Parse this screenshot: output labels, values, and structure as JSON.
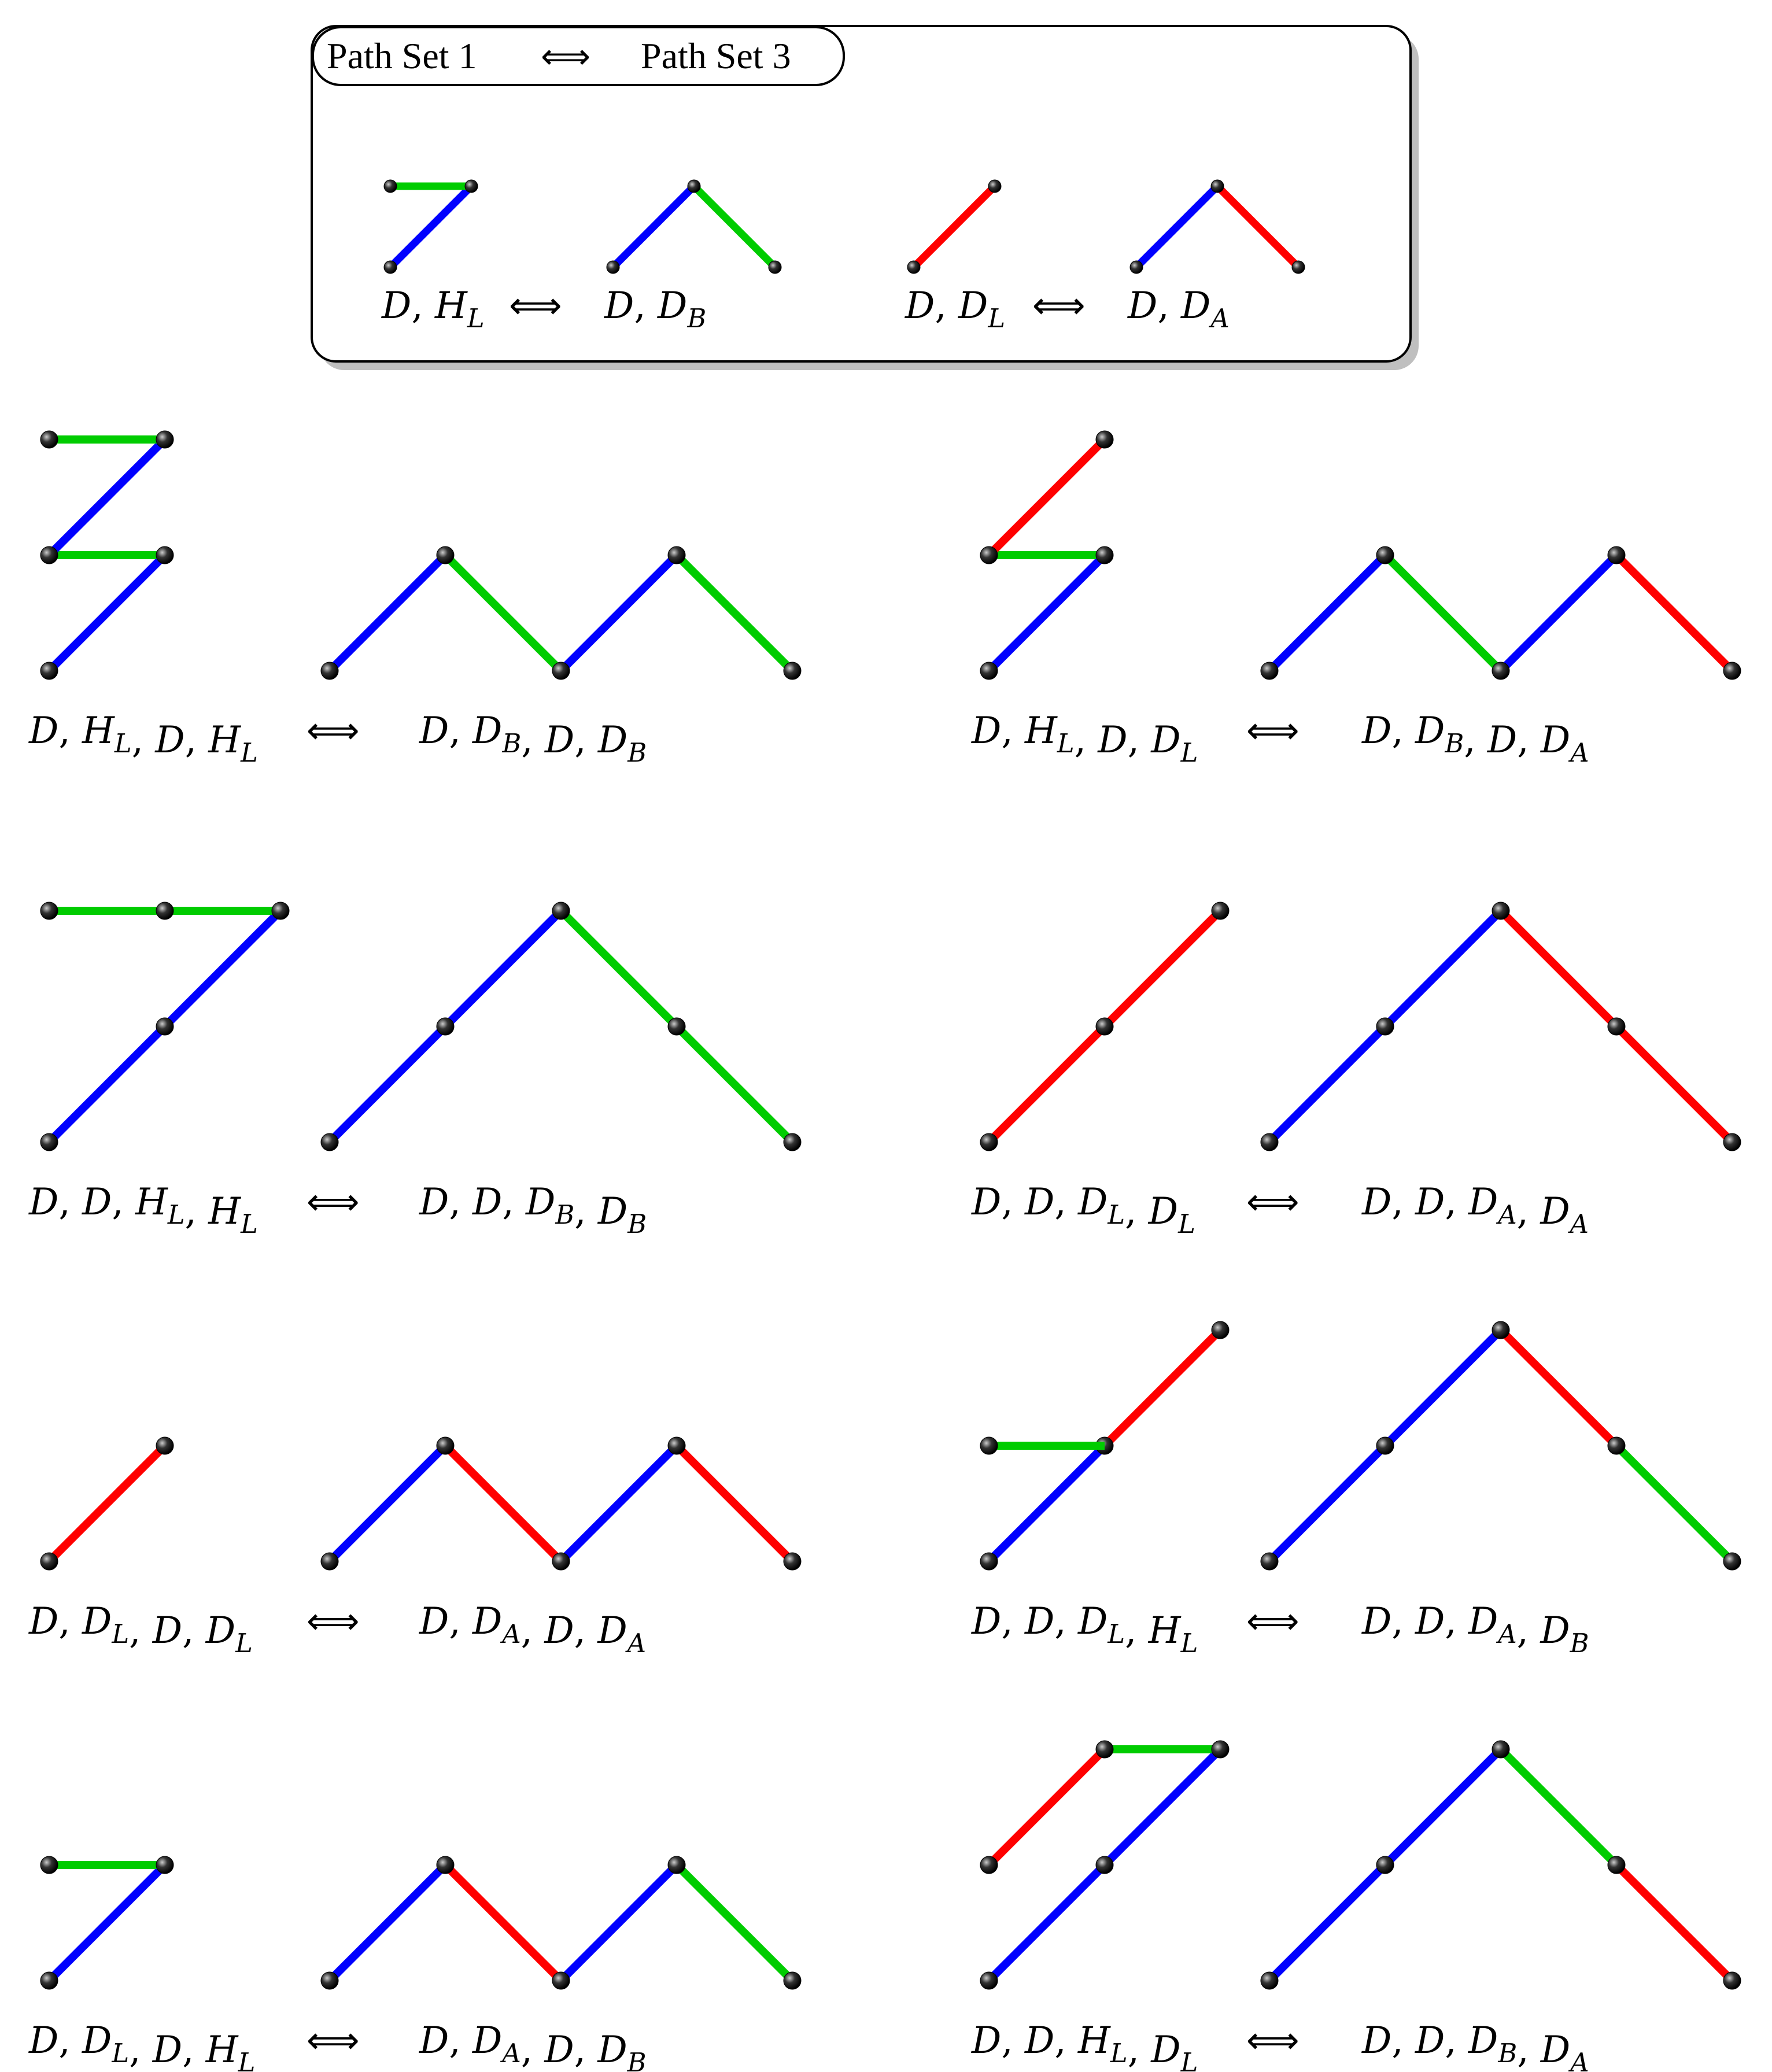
{
  "legend": {
    "title_left": "Path Set 1",
    "title_right": "Path Set 3",
    "title_arrow": "⟺",
    "pairs": [
      {
        "left_label": [
          "D",
          "H_L"
        ],
        "right_label": [
          "D",
          "D_B"
        ],
        "left_steps": [
          "D",
          "H"
        ],
        "right_steps": [
          "U",
          "DOWN"
        ],
        "left_colors": [
          "blue",
          "green"
        ],
        "right_colors": [
          "blue",
          "green"
        ]
      },
      {
        "left_label": [
          "D",
          "D_L"
        ],
        "right_label": [
          "D",
          "D_A"
        ],
        "left_steps": [
          "D",
          "D"
        ],
        "right_steps": [
          "U",
          "DOWN"
        ],
        "left_colors": [
          "blue",
          "red"
        ],
        "right_colors": [
          "blue",
          "red"
        ]
      }
    ]
  },
  "arrow": "⟺",
  "colors": {
    "blue": "#0000ff",
    "green": "#00cc00",
    "red": "#ff0000",
    "node": "#000000"
  },
  "rows": [
    [
      {
        "left_label": [
          "D",
          "H_L",
          "D",
          "H_L"
        ],
        "right_label": [
          "D",
          "D_B",
          "D",
          "D_B"
        ],
        "left_colors": [
          "blue",
          "green",
          "blue",
          "green"
        ],
        "right_colors": [
          "blue",
          "green",
          "blue",
          "green"
        ],
        "right_steps": [
          "U",
          "DOWN",
          "U",
          "DOWN"
        ],
        "left_steps": [
          "D",
          "H",
          "D",
          "H"
        ]
      },
      {
        "left_label": [
          "D",
          "H_L",
          "D",
          "D_L"
        ],
        "right_label": [
          "D",
          "D_B",
          "D",
          "D_A"
        ],
        "left_colors": [
          "blue",
          "green",
          "blue",
          "red"
        ],
        "right_colors": [
          "blue",
          "green",
          "blue",
          "red"
        ],
        "right_steps": [
          "U",
          "DOWN",
          "U",
          "DOWN"
        ],
        "left_steps": [
          "D",
          "H",
          "D",
          "D"
        ]
      }
    ],
    [
      {
        "left_label": [
          "D",
          "D",
          "H_L",
          "H_L"
        ],
        "right_label": [
          "D",
          "D",
          "D_B",
          "D_B"
        ],
        "left_colors": [
          "blue",
          "blue",
          "green",
          "green"
        ],
        "right_colors": [
          "blue",
          "blue",
          "green",
          "green"
        ],
        "right_steps": [
          "U",
          "U",
          "DOWN",
          "DOWN"
        ],
        "left_steps": [
          "D",
          "D",
          "H",
          "H"
        ]
      },
      {
        "left_label": [
          "D",
          "D",
          "D_L",
          "D_L"
        ],
        "right_label": [
          "D",
          "D",
          "D_A",
          "D_A"
        ],
        "left_colors": [
          "red",
          "red",
          "red",
          "red"
        ],
        "right_colors": [
          "blue",
          "blue",
          "red",
          "red"
        ],
        "right_steps": [
          "U",
          "U",
          "DOWN",
          "DOWN"
        ],
        "left_steps": [
          "D",
          "D",
          "D",
          "D"
        ]
      }
    ],
    [
      {
        "left_label": [
          "D",
          "D_L",
          "D",
          "D_L"
        ],
        "right_label": [
          "D",
          "D_A",
          "D",
          "D_A"
        ],
        "left_colors": [
          "red",
          "red",
          "red",
          "red"
        ],
        "right_colors": [
          "blue",
          "red",
          "blue",
          "red"
        ],
        "right_steps": [
          "U",
          "DOWN",
          "U",
          "DOWN"
        ],
        "left_steps": [
          "D",
          "D",
          "D",
          "D"
        ]
      },
      {
        "left_label": [
          "D",
          "D",
          "D_L",
          "H_L"
        ],
        "right_label": [
          "D",
          "D",
          "D_A",
          "D_B"
        ],
        "left_colors": [
          "blue",
          "blue",
          "red",
          "green"
        ],
        "right_colors": [
          "blue",
          "blue",
          "red",
          "green"
        ],
        "right_steps": [
          "U",
          "U",
          "DOWN",
          "DOWN"
        ],
        "left_steps": [
          "D",
          "D",
          "D",
          "H"
        ]
      }
    ],
    [
      {
        "left_label": [
          "D",
          "D_L",
          "D",
          "H_L"
        ],
        "right_label": [
          "D",
          "D_A",
          "D",
          "D_B"
        ],
        "left_colors": [
          "blue",
          "red",
          "blue",
          "green"
        ],
        "right_colors": [
          "blue",
          "red",
          "blue",
          "green"
        ],
        "right_steps": [
          "U",
          "DOWN",
          "U",
          "DOWN"
        ],
        "left_steps": [
          "D",
          "D",
          "D",
          "H"
        ]
      },
      {
        "left_label": [
          "D",
          "D",
          "H_L",
          "D_L"
        ],
        "right_label": [
          "D",
          "D",
          "D_B",
          "D_A"
        ],
        "left_colors": [
          "blue",
          "blue",
          "green",
          "red"
        ],
        "right_colors": [
          "blue",
          "blue",
          "green",
          "red"
        ],
        "right_steps": [
          "U",
          "U",
          "DOWN",
          "DOWN"
        ],
        "left_steps": [
          "D",
          "D",
          "H",
          "D"
        ]
      }
    ]
  ]
}
